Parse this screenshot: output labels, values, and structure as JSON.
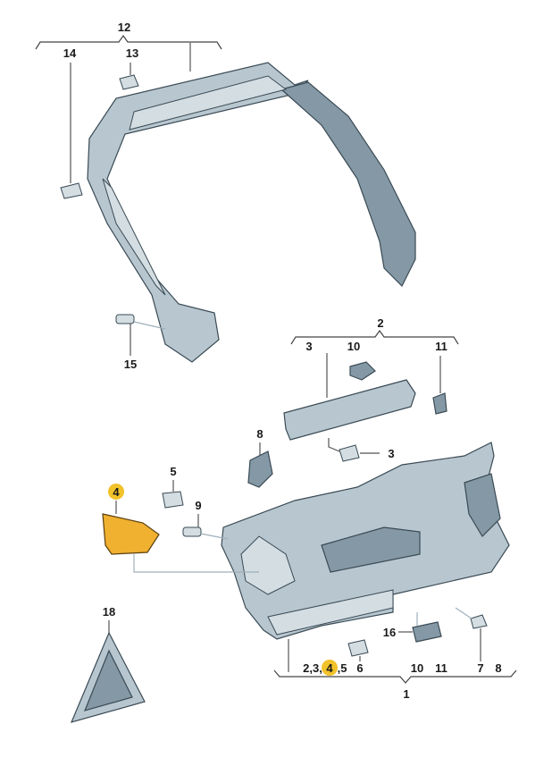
{
  "labels": {
    "l12": "12",
    "l14": "14",
    "l13": "13",
    "l15": "15",
    "l2": "2",
    "l3a": "3",
    "l10a": "10",
    "l11a": "11",
    "l3b": "3",
    "l8a": "8",
    "l5": "5",
    "l4": "4",
    "l9": "9",
    "l18": "18",
    "l16": "16",
    "l1": "1",
    "bottom_group": "2,3,",
    "bottom_4": "4",
    "bottom_5": ",5",
    "l6": "6",
    "l10b": "10",
    "l11b": "11",
    "l7": "7",
    "l8b": "8"
  },
  "colors": {
    "highlight": "#f2c22a",
    "part": "#b8c7cf",
    "part4": "#f0b030"
  }
}
